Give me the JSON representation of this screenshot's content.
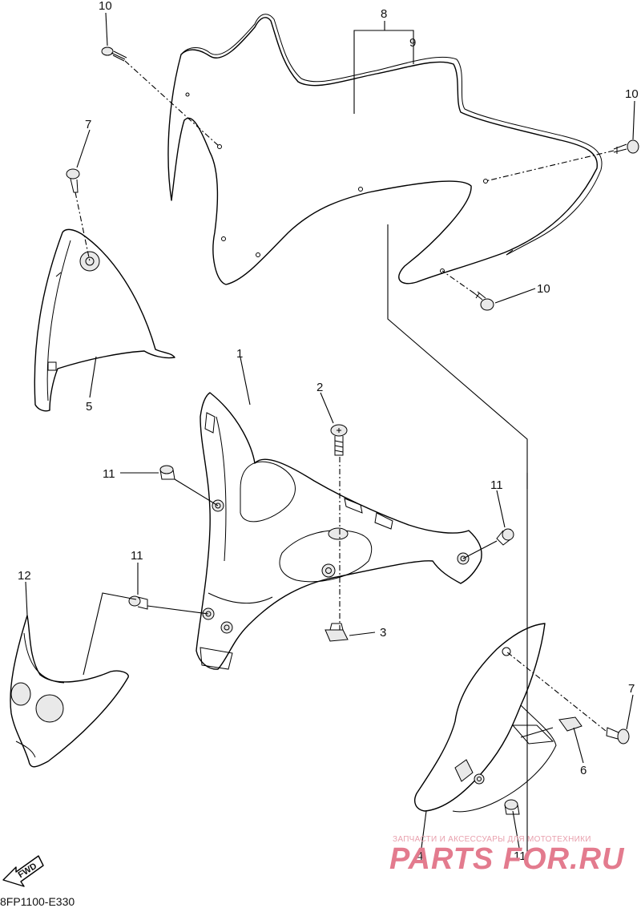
{
  "diagram_code": "8FP1100-E330",
  "fwd_label": "FWD",
  "callouts": {
    "c1": "1",
    "c2": "2",
    "c3": "3",
    "c4": "4",
    "c5": "5",
    "c6": "6",
    "c7a": "7",
    "c7b": "7",
    "c8": "8",
    "c9": "9",
    "c10a": "10",
    "c10b": "10",
    "c10c": "10",
    "c11a": "11",
    "c11b": "11",
    "c11c": "11",
    "c11d": "11",
    "c12": "12"
  },
  "watermark": {
    "tagline": "ЗАПЧАСТИ И АКСЕССУАРЫ ДЛЯ МОТОТЕХНИКИ",
    "brand": "PARTS FOR.RU",
    "color": "#e37b8e"
  }
}
